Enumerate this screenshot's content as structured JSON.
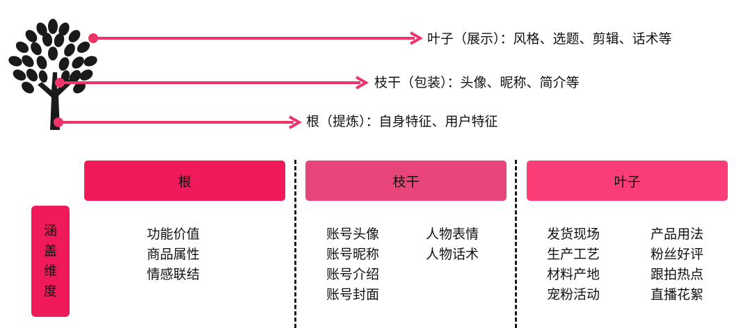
{
  "colors": {
    "arrow": "#ee3468",
    "root": "#f0195a",
    "branch": "#e8457a",
    "leaf": "#fb3e78",
    "tree": "#1a1a1a"
  },
  "icons": {
    "tree": "tree-icon",
    "arrow": "arrow-right-icon"
  },
  "annotations": {
    "leaf": "叶子（展示）：风格、选题、剪辑、话术等",
    "branch": "枝干（包装）：头像、昵称、简介等",
    "root": "根（提炼）：自身特征、用户特征"
  },
  "side_label": [
    "涵",
    "盖",
    "维",
    "度"
  ],
  "columns": {
    "root": {
      "title": "根",
      "items": [
        "功能价值",
        "商品属性",
        "情感联结"
      ]
    },
    "branch": {
      "title": "枝干",
      "items_left": [
        "账号头像",
        "账号昵称",
        "账号介绍",
        "账号封面"
      ],
      "items_right": [
        "人物表情",
        "人物话术"
      ]
    },
    "leaf": {
      "title": "叶子",
      "items_left": [
        "发货现场",
        "生产工艺",
        "材料产地",
        "宠粉活动"
      ],
      "items_right": [
        "产品用法",
        "粉丝好评",
        "跟拍热点",
        "直播花絮"
      ]
    }
  }
}
